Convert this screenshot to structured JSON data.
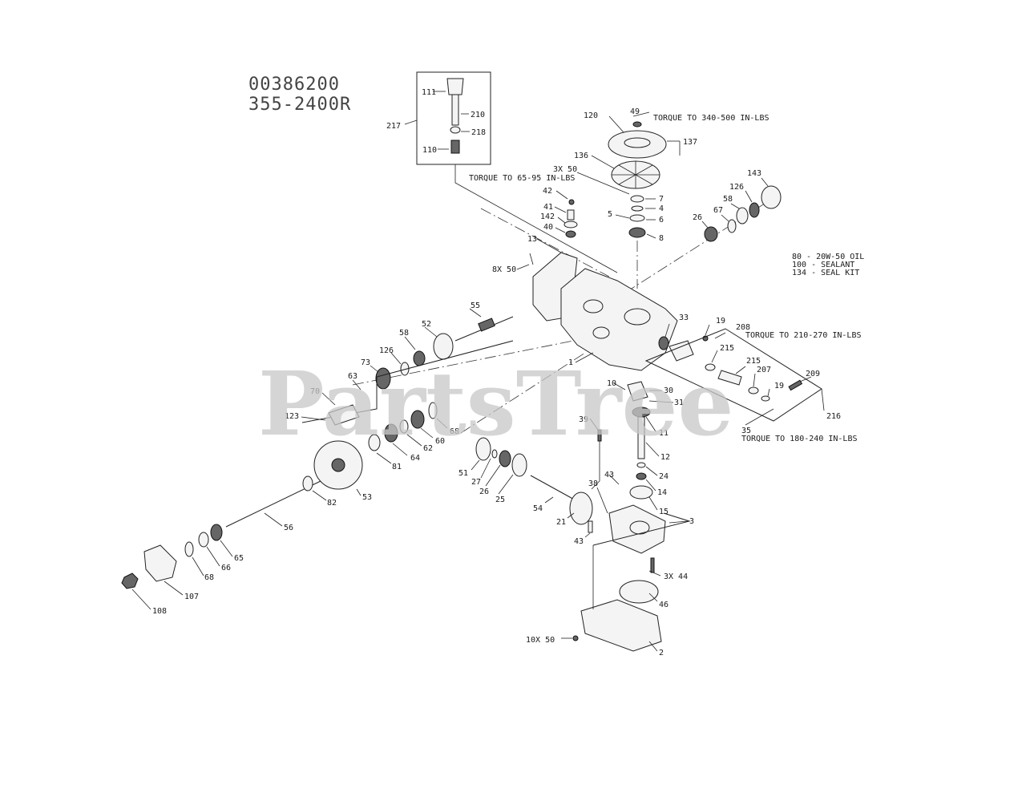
{
  "header": {
    "line1": "00386200",
    "line2": "355-2400R"
  },
  "notes": [
    "80  - 20W-50 OIL",
    "100 - SEALANT",
    "134 - SEAL KIT"
  ],
  "torque": {
    "t1": "TORQUE TO 340-500 IN-LBS",
    "t2": "TORQUE TO 65-95 IN-LBS",
    "t3": "TORQUE TO 210-270 IN-LBS",
    "t4": "TORQUE TO 180-240 IN-LBS"
  },
  "watermark": "PartsTree",
  "labels": {
    "l111": "111",
    "l210": "210",
    "l218": "218",
    "l110": "110",
    "l217": "217",
    "l49": "49",
    "l120": "120",
    "l137": "137",
    "l136": "136",
    "l3x50": "3X 50",
    "l7": "7",
    "l4": "4",
    "l5": "5",
    "l6": "6",
    "l8": "8",
    "l42": "42",
    "l41": "41",
    "l142": "142",
    "l40": "40",
    "l143": "143",
    "l126a": "126",
    "l58a": "58",
    "l67": "67",
    "l26a": "26",
    "l13": "13",
    "l8x50": "8X 50",
    "l55": "55",
    "l58b": "58",
    "l52": "52",
    "l126b": "126",
    "l73": "73",
    "l63": "63",
    "l70": "70",
    "l123": "123",
    "l33": "33",
    "l19a": "19",
    "l208": "208",
    "l215a": "215",
    "l215b": "215",
    "l207": "207",
    "l209": "209",
    "l19b": "19",
    "l216": "216",
    "l35": "35",
    "l1": "1",
    "l10": "10",
    "l30": "30",
    "l31": "31",
    "l11": "11",
    "l39": "39",
    "l12": "12",
    "l24": "24",
    "l14": "14",
    "l15": "15",
    "l43a": "43",
    "l38": "38",
    "l3": "3",
    "l43b": "43",
    "l21": "21",
    "l54": "54",
    "l25": "25",
    "l26b": "26",
    "l27": "27",
    "l51": "51",
    "l60": "60",
    "l62": "62",
    "l64": "64",
    "l68a": "68",
    "l81": "81",
    "l53": "53",
    "l82": "82",
    "l56": "56",
    "l65": "65",
    "l66": "66",
    "l68b": "68",
    "l107": "107",
    "l108": "108",
    "l3x44": "3X 44",
    "l46": "46",
    "l10x50": "10X 50",
    "l2": "2"
  }
}
